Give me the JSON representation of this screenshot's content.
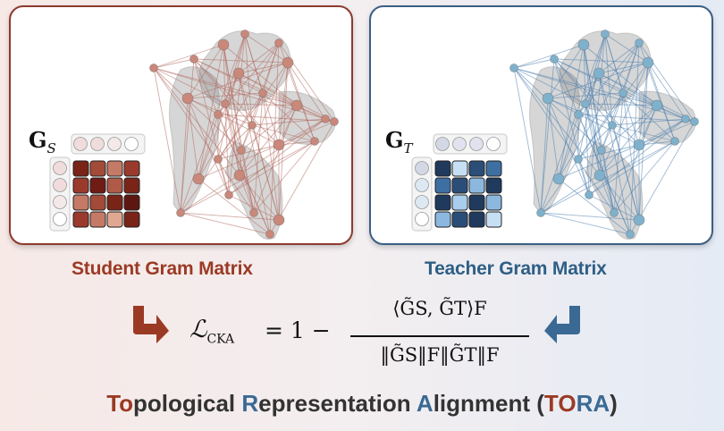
{
  "student": {
    "caption": "Student Gram Matrix",
    "matrix_symbol": "G",
    "matrix_subscript": "S",
    "accent_color": "#8c3b2e",
    "node_color": "#c9887a",
    "edge_color": "#b06a5e",
    "cell_colors": [
      [
        "#7a2418",
        "#a34a38",
        "#c47a66",
        "#9a3a2c"
      ],
      [
        "#9a3a2c",
        "#6e1c14",
        "#b05a48",
        "#7a2418"
      ],
      [
        "#c47a66",
        "#a34a38",
        "#7a2418",
        "#5e1710"
      ],
      [
        "#9a3a2c",
        "#c47a66",
        "#e0a890",
        "#7a2418"
      ]
    ],
    "top_dot_colors": [
      "#f0dcdc",
      "#f0dcdc",
      "#f5e8e8",
      "#ffffff"
    ],
    "side_dot_colors": [
      "#f0dcdc",
      "#f0dcdc",
      "#f5e8e8",
      "#ffffff"
    ]
  },
  "teacher": {
    "caption": "Teacher Gram Matrix",
    "matrix_symbol": "G",
    "matrix_subscript": "T",
    "accent_color": "#3a5f83",
    "node_color": "#7fb1cc",
    "edge_color": "#4f7fae",
    "cell_colors": [
      [
        "#1f3a5c",
        "#c7dff2",
        "#2b4e78",
        "#3e6fa3"
      ],
      [
        "#3e6fa3",
        "#2b4e78",
        "#8cb8e0",
        "#1f3a5c"
      ],
      [
        "#1f3a5c",
        "#a9cdec",
        "#1f3a5c",
        "#8cb8e0"
      ],
      [
        "#8cb8e0",
        "#2b4e78",
        "#1f3a5c",
        "#c7dff2"
      ]
    ],
    "top_dot_colors": [
      "#d4d8e6",
      "#e2e2ee",
      "#e2e2ee",
      "#ffffff"
    ],
    "side_dot_colors": [
      "#d4d8e6",
      "#dde9f2",
      "#dde9f2",
      "#ffffff"
    ]
  },
  "formula": {
    "lhs_symbol": "ℒ",
    "lhs_subscript": "CKA",
    "equals_one_minus": "= 1 −",
    "numerator": "⟨G̃S, G̃T⟩F",
    "denominator": "‖G̃S‖F‖G̃T‖F"
  },
  "title": {
    "parts": [
      "T",
      "o",
      "pological ",
      "R",
      "epresentation ",
      "A",
      "lignment (",
      "T",
      "O",
      "R",
      "A",
      ")"
    ]
  }
}
